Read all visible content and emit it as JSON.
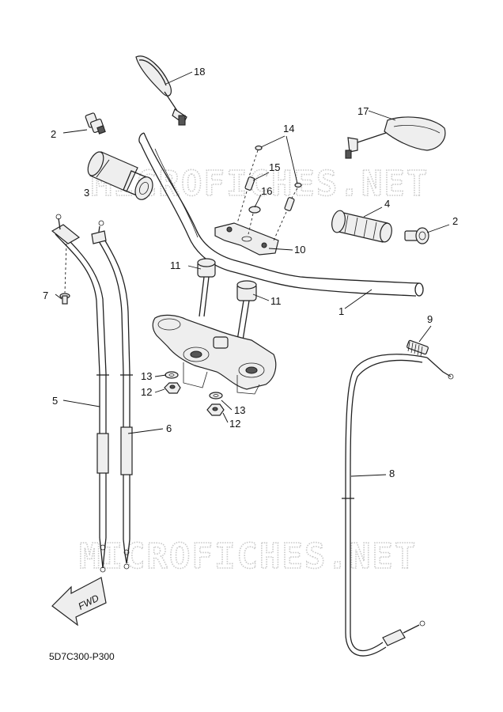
{
  "watermarks": [
    "MICROFICHES.NET",
    "MICROFICHES.NET"
  ],
  "diagram_code": "5D7C300-P300",
  "fwd_label": "FWD",
  "callouts": {
    "c1": "1",
    "c2a": "2",
    "c2b": "2",
    "c3": "3",
    "c4": "4",
    "c5": "5",
    "c6": "6",
    "c7": "7",
    "c8": "8",
    "c9": "9",
    "c10": "10",
    "c11a": "11",
    "c11b": "11",
    "c12a": "12",
    "c12b": "12",
    "c13a": "13",
    "c13b": "13",
    "c14": "14",
    "c15": "15",
    "c16": "16",
    "c17": "17",
    "c18": "18"
  }
}
